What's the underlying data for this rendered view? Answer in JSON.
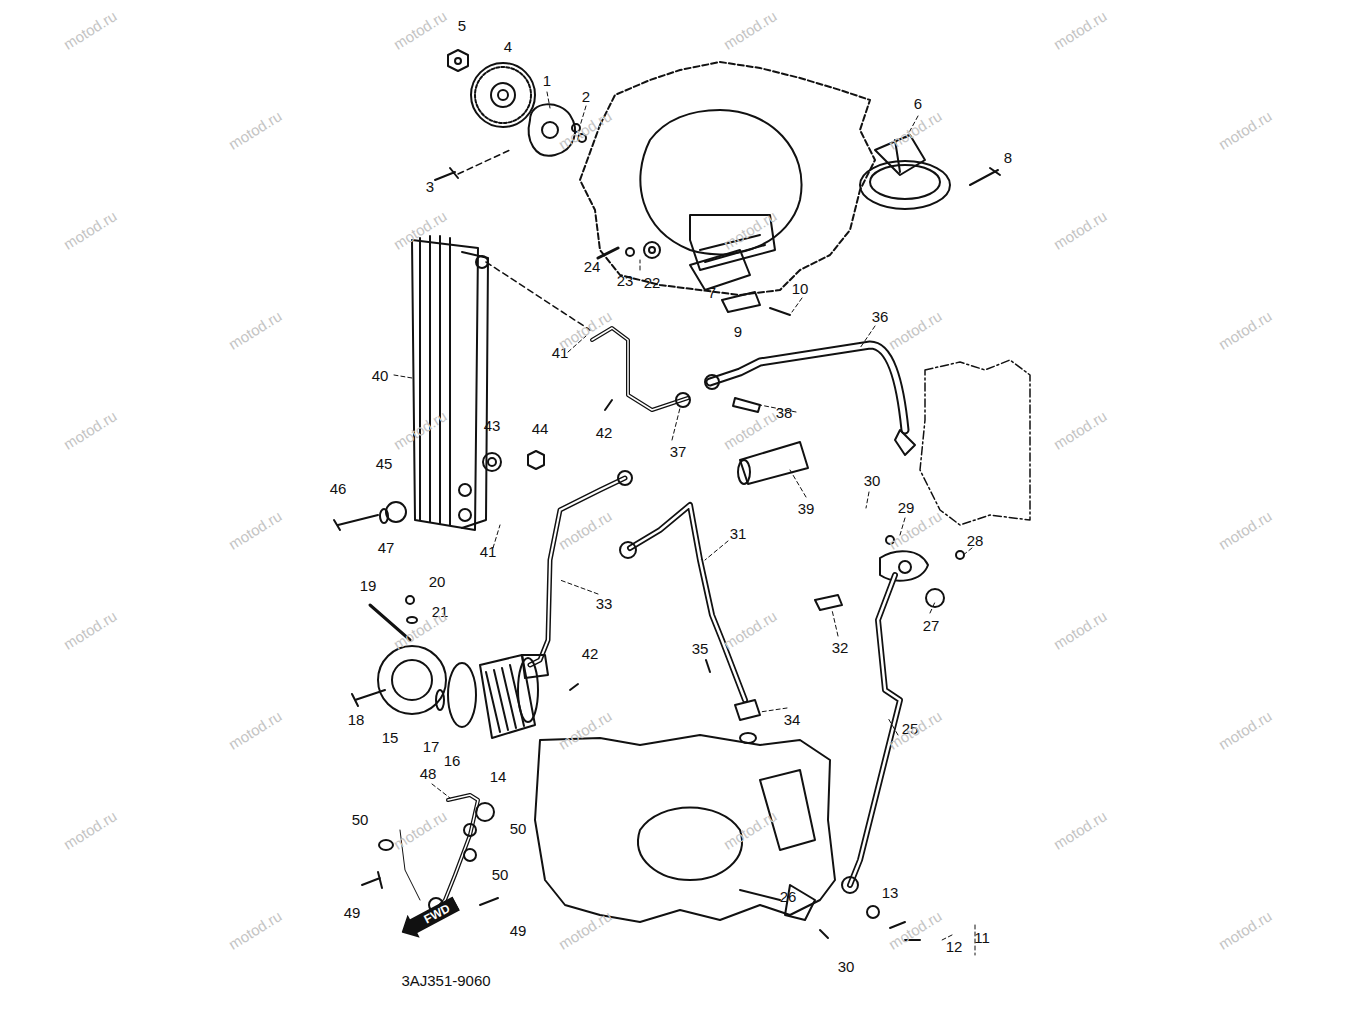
{
  "diagram": {
    "nodes": [
      {
        "text": [
          "FWD"
        ]
      }
    ],
    "labels": [
      "5",
      "4",
      "1",
      "2",
      "3",
      "6",
      "8",
      "24",
      "23",
      "22",
      "7",
      "9",
      "10",
      "36",
      "41",
      "40",
      "42",
      "37",
      "38",
      "43",
      "44",
      "39",
      "45",
      "46",
      "47",
      "30",
      "29",
      "28",
      "41",
      "31",
      "33",
      "27",
      "32",
      "20",
      "19",
      "21",
      "35",
      "42",
      "18",
      "34",
      "15",
      "17",
      "16",
      "14",
      "25",
      "48",
      "50",
      "50",
      "50",
      "49",
      "49",
      "26",
      "13",
      "30",
      "11",
      "12",
      "3AJ351-9060",
      "motod.ru",
      "motod.ru",
      "motod.ru",
      "motod.ru",
      "motod.ru",
      "motod.ru",
      "motod.ru",
      "motod.ru",
      "motod.ru",
      "motod.ru",
      "motod.ru",
      "motod.ru",
      "motod.ru",
      "motod.ru",
      "motod.ru",
      "motod.ru",
      "motod.ru",
      "motod.ru",
      "motod.ru",
      "motod.ru",
      "motod.ru",
      "motod.ru",
      "motod.ru",
      "motod.ru",
      "motod.ru",
      "motod.ru",
      "motod.ru",
      "motod.ru",
      "motod.ru",
      "motod.ru",
      "motod.ru",
      "motod.ru",
      "motod.ru",
      "motod.ru",
      "motod.ru",
      "motod.ru",
      "motod.ru",
      "motod.ru",
      "motod.ru",
      "motod.ru"
    ]
  }
}
